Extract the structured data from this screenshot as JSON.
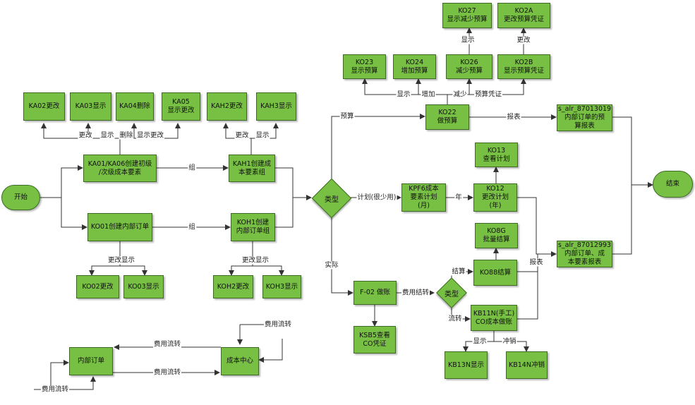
{
  "nodes": {
    "start": "开始",
    "end": "结束",
    "ka02": "KA02更改",
    "ka03": "KA03显示",
    "ka04": "KA04删除",
    "ka05": "KA05\n显示更改",
    "kah2": "KAH2更改",
    "kah3": "KAH3显示",
    "ka01": "KA01/KA06创建初级\n/次级成本要素",
    "kah1": "KAH1创建成\n本要素组",
    "ko01": "KO01创建内部订单",
    "koh1": "KOH1创建\n内部订单组",
    "ko02": "KO02更改",
    "ko03": "KO03显示",
    "koh2": "KOH2更改",
    "koh3": "KOH3显示",
    "type1": "类型",
    "type2": "类型",
    "ko27": "KO27\n显示减少预算",
    "ko2a": "KO2A\n更改预算凭证",
    "ko23": "KO23\n显示预算",
    "ko24": "KO24\n增加预算",
    "ko26": "KO26\n减少预算",
    "ko2b": "KO2B\n显示预算凭证",
    "ko22": "KO22\n做预算",
    "report1": "s_alr_87013019\n内部订单的预\n算报表",
    "ko13": "KO13\n查看计划",
    "kpf6": "KPF6成本\n要素计划\n(月)",
    "ko12": "KO12\n更改计划\n(年)",
    "ko8g": "KO8G\n批量结算",
    "ko88": "KO88结算",
    "report2": "s_alr_87012993\n内部订单、成\n本要素报表",
    "f02": "F-02 做账",
    "ksb5": "KSB5查看\nCO凭证",
    "kb11n": "KB11N(手工)\nCO成本做账",
    "kb13n": "KB13N显示",
    "kb14n": "KB14N冲销",
    "internal_order": "内部订单",
    "cost_center": "成本中心"
  },
  "labels": {
    "ka_change": "更改",
    "ka_show": "显示",
    "ka_delete": "删除",
    "ka_show_change": "显示更改",
    "kah_change": "更改",
    "kah_show": "显示",
    "group1": "组",
    "group2": "组",
    "ko_change_show": "更改显示",
    "koh_change_show": "更改显示",
    "budget": "预算",
    "plan": "计划(很少用)",
    "actual": "实际",
    "year": "年",
    "report_a": "报表",
    "report_b": "报表",
    "b_show": "显示",
    "b_add": "增加",
    "b_reduce": "减少",
    "b_voucher": "预算凭证",
    "show_up": "显示",
    "change_up": "更改",
    "cost_settle": "费用结转",
    "settle": "结算",
    "flow": "流转",
    "kb_show": "显示",
    "kb_reverse": "冲销",
    "flow_cc_in": "费用流转",
    "flow_to_io": "费用流转",
    "flow_to_cc": "费用流转",
    "flow_io_in": "费用流转"
  },
  "colors": {
    "node_fill": "#77c043",
    "node_border": "#3d6b24",
    "line": "#333333"
  }
}
